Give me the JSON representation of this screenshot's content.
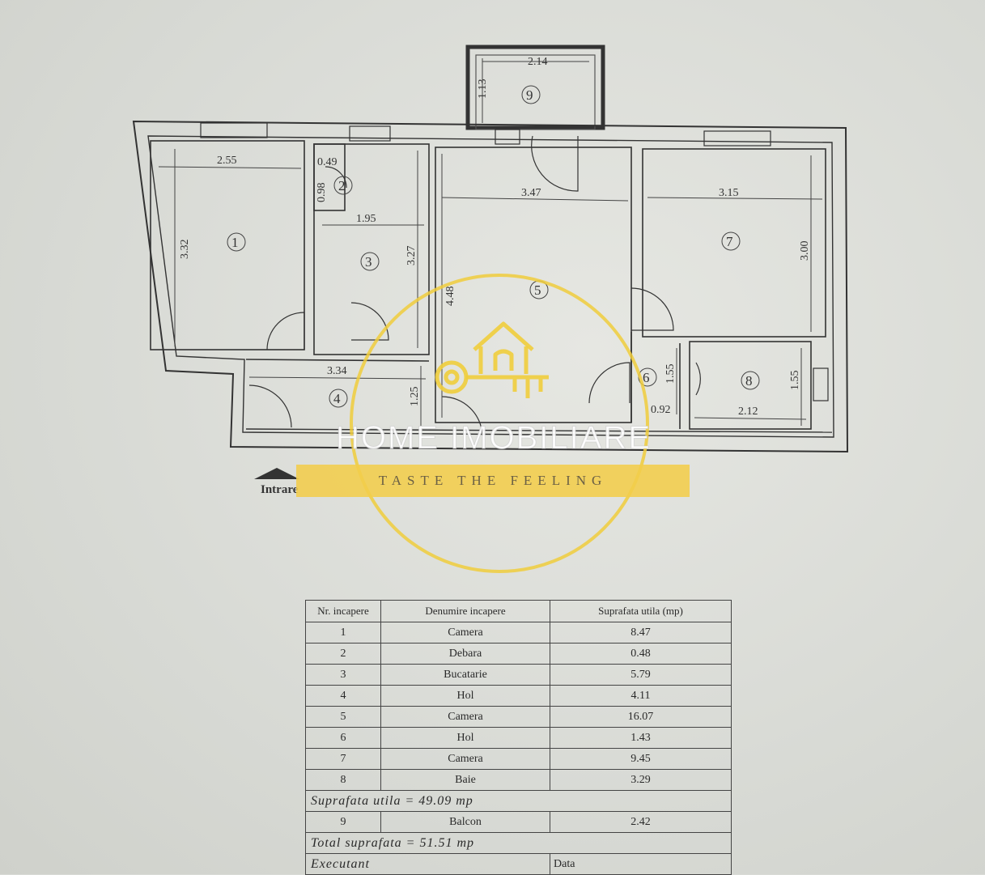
{
  "plan": {
    "rooms": [
      {
        "num": "1"
      },
      {
        "num": "2"
      },
      {
        "num": "3"
      },
      {
        "num": "4"
      },
      {
        "num": "5"
      },
      {
        "num": "6"
      },
      {
        "num": "7"
      },
      {
        "num": "8"
      },
      {
        "num": "9"
      }
    ],
    "dims": [
      "2.14",
      "1.13",
      "2.55",
      "0.49",
      "0.98",
      "1.95",
      "3.47",
      "3.15",
      "3.32",
      "3.27",
      "4.48",
      "3.00",
      "3.34",
      "1.25",
      "1.55",
      "1.55",
      "0.92",
      "2.12"
    ],
    "entrance_label": "Intrare"
  },
  "watermark": {
    "brand": "HOME IMOBILIARE",
    "tagline": "TASTE THE FEELING",
    "color": "#f0cd3c"
  },
  "table": {
    "headers": [
      "Nr. incapere",
      "Denumire incapere",
      "Suprafata utila (mp)"
    ],
    "rows": [
      [
        "1",
        "Camera",
        "8.47"
      ],
      [
        "2",
        "Debara",
        "0.48"
      ],
      [
        "3",
        "Bucatarie",
        "5.79"
      ],
      [
        "4",
        "Hol",
        "4.11"
      ],
      [
        "5",
        "Camera",
        "16.07"
      ],
      [
        "6",
        "Hol",
        "1.43"
      ],
      [
        "7",
        "Camera",
        "9.45"
      ],
      [
        "8",
        "Baie",
        "3.29"
      ]
    ],
    "subtotal": "Suprafata utila = 49.09 mp",
    "balcony_row": [
      "9",
      "Balcon",
      "2.42"
    ],
    "total": "Total suprafata = 51.51 mp",
    "footer_left": "Executant",
    "footer_right": "Data"
  }
}
